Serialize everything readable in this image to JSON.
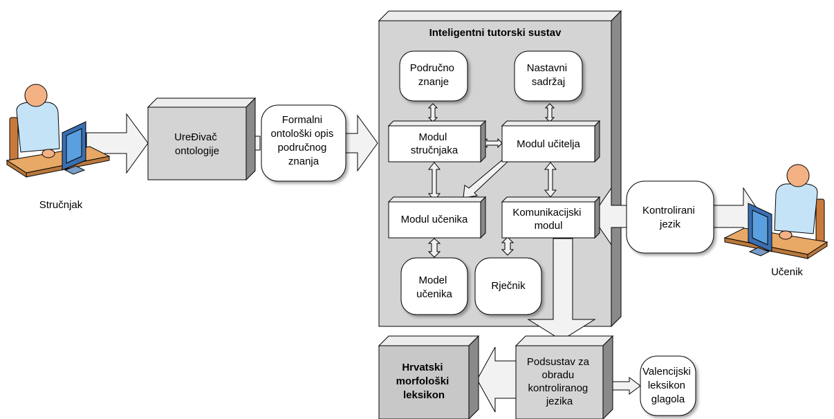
{
  "actors": {
    "expert": "Stručnjak",
    "student": "Učenik"
  },
  "nodes": {
    "ontology_editor": [
      "UreĐivač",
      "ontologije"
    ],
    "formal_description": [
      "Formalni",
      "ontološki opis",
      "područnog",
      "znanja"
    ],
    "its_title": "Inteligentni tutorski sustav",
    "domain_knowledge": [
      "Područno",
      "znanje"
    ],
    "teaching_content": [
      "Nastavni",
      "sadržaj"
    ],
    "expert_module": [
      "Modul",
      "stručnjaka"
    ],
    "teacher_module": [
      "Modul učitelja"
    ],
    "student_module": [
      "Modul učenika"
    ],
    "communication_module": [
      "Komunikacijski",
      "modul"
    ],
    "student_model": [
      "Model",
      "učenika"
    ],
    "dictionary": [
      "Rječnik"
    ],
    "controlled_language": [
      "Kontrolirani",
      "jezik"
    ],
    "croatian_lexicon": [
      "Hrvatski",
      "morfološki",
      "leksikon"
    ],
    "subsystem": [
      "Podsustav za",
      "obradu",
      "kontroliranog",
      "jezika"
    ],
    "valency_lexicon": [
      "Valencijski",
      "leksikon",
      "glagola"
    ]
  },
  "colors": {
    "box_fill": "#d4d4d4",
    "box_top": "#ececec",
    "box_side": "#8a8a8a",
    "arrow_fill": "#f2f2f2",
    "stroke": "#000000",
    "person_skin": "#f4b183",
    "person_shirt": "#c5e3f7",
    "desk": "#e8a866",
    "monitor": "#3a6fb0"
  }
}
